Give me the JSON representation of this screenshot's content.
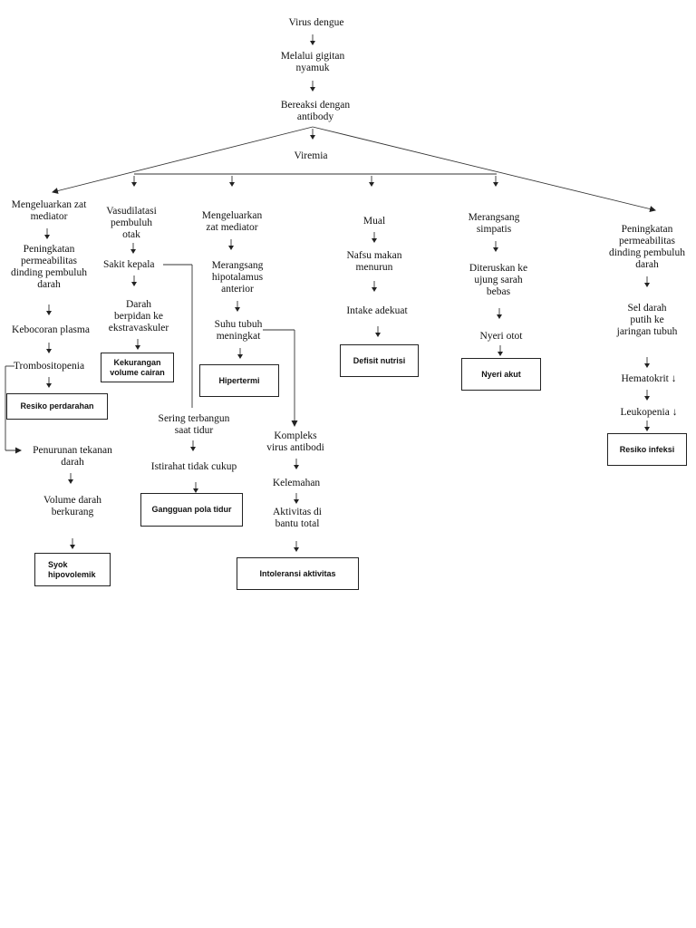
{
  "nodes": {
    "virus_dengue": "Virus dengue",
    "gigitan_1": "Melalui gigitan",
    "gigitan_2": "nyamuk",
    "bereaksi_1": "Bereaksi dengan",
    "bereaksi_2": "antibody",
    "viremia": "Viremia",
    "c1_mediator_1": "Mengeluarkan zat",
    "c1_mediator_2": "mediator",
    "c1_perm_1": "Peningkatan",
    "c1_perm_2": "permeabilitas",
    "c1_perm_3": "dinding pembuluh",
    "c1_perm_4": "darah",
    "c1_kebocoran": "Kebocoran plasma",
    "c1_trombo": "Trombositopenia",
    "c1_penurunan_1": "Penurunan tekanan",
    "c1_penurunan_2": "darah",
    "c1_volume_1": "Volume darah",
    "c1_volume_2": "berkurang",
    "c2_vaso_1": "Vasudilatasi",
    "c2_vaso_2": "pembuluh",
    "c2_vaso_3": "otak",
    "c2_sakit": "Sakit kepala",
    "c2_darah_1": "Darah",
    "c2_darah_2": "berpidan ke",
    "c2_darah_3": "ekstravaskuler",
    "c2_sering_1": "Sering terbangun",
    "c2_sering_2": "saat tidur",
    "c2_istirahat": "Istirahat tidak cukup",
    "c3_mediator_1": "Mengeluarkan",
    "c3_mediator_2": "zat mediator",
    "c3_hipo_1": "Merangsang",
    "c3_hipo_2": "hipotalamus",
    "c3_hipo_3": "anterior",
    "c3_suhu_1": "Suhu tubuh",
    "c3_suhu_2": "meningkat",
    "c3_kompleks_1": "Kompleks",
    "c3_kompleks_2": "virus antibodi",
    "c3_kelemahan": "Kelemahan",
    "c3_aktivitas_1": "Aktivitas di",
    "c3_aktivitas_2": "bantu total",
    "c4_mual": "Mual",
    "c4_nafsu_1": "Nafsu makan",
    "c4_nafsu_2": "menurun",
    "c4_intake": "Intake adekuat",
    "c5_simpatis_1": "Merangsang",
    "c5_simpatis_2": "simpatis",
    "c5_diteruskan_1": "Diteruskan ke",
    "c5_diteruskan_2": "ujung sarah",
    "c5_diteruskan_3": "bebas",
    "c5_nyeri": "Nyeri otot",
    "c6_perm_1": "Peningkatan",
    "c6_perm_2": "permeabilitas",
    "c6_perm_3": "dinding pembuluh",
    "c6_perm_4": "darah",
    "c6_sel_1": "Sel darah",
    "c6_sel_2": "putih ke",
    "c6_sel_3": "jaringan tubuh",
    "c6_hematokrit": "Hematokrit ↓",
    "c6_leukopenia": "Leukopenia ↓"
  },
  "diagnoses": {
    "resiko_perdarahan": "Resiko perdarahan",
    "syok_1": "Syok",
    "syok_2": "hipovolemik",
    "kekurangan_1": "Kekurangan",
    "kekurangan_2": "volume cairan",
    "gangguan_tidur": "Gangguan pola tidur",
    "hipertermi": "Hipertermi",
    "intoleransi": "Intoleransi aktivitas",
    "defisit_nutrisi": "Defisit nutrisi",
    "nyeri_akut": "Nyeri akut",
    "resiko_infeksi": "Resiko infeksi"
  }
}
